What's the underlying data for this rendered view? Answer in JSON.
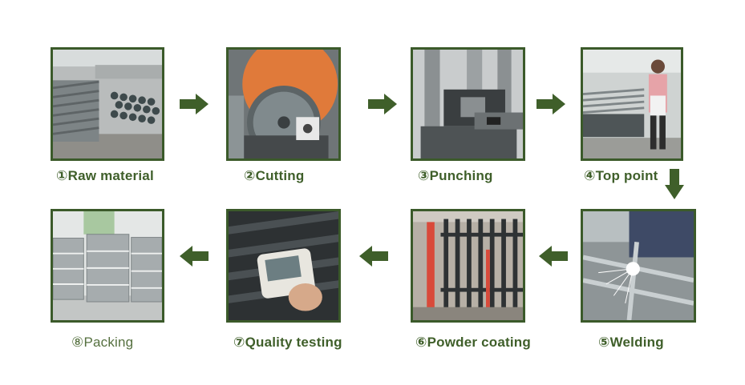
{
  "accent_color": "#3f5f2a",
  "steps": [
    {
      "label": "①Raw material",
      "icon": "raw-material-photo"
    },
    {
      "label": "②Cutting",
      "icon": "cutting-photo"
    },
    {
      "label": "③Punching",
      "icon": "punching-photo"
    },
    {
      "label": "④Top point",
      "icon": "top-point-photo"
    },
    {
      "label": "⑤Welding",
      "icon": "welding-photo"
    },
    {
      "label": "⑥Powder coating",
      "icon": "powder-coating-photo"
    },
    {
      "label": "⑦Quality testing",
      "icon": "quality-testing-photo"
    },
    {
      "label": "⑧Packing",
      "icon": "packing-photo"
    }
  ]
}
